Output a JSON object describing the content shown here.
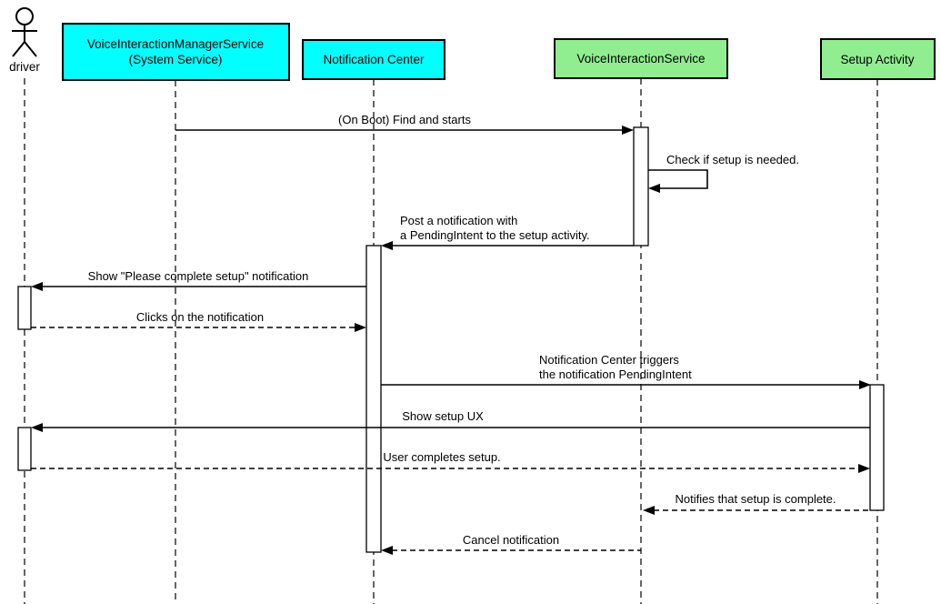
{
  "diagram": {
    "type": "uml-sequence-diagram",
    "background": "#ffffff",
    "line_color": "#000000",
    "actor": {
      "name": "driver"
    },
    "participants": [
      {
        "id": "voice-interaction-manager-service",
        "label_lines": [
          "VoiceInteractionManagerService",
          "(System Service)"
        ],
        "fill": "#00ffff"
      },
      {
        "id": "notification-center",
        "label_lines": [
          "Notification Center"
        ],
        "fill": "#00ffff"
      },
      {
        "id": "voice-interaction-service",
        "label_lines": [
          "VoiceInteractionService"
        ],
        "fill": "#90ee90"
      },
      {
        "id": "setup-activity",
        "label_lines": [
          "Setup Activity"
        ],
        "fill": "#90ee90"
      }
    ],
    "messages": [
      {
        "from": "VoiceInteractionManagerService (System Service)",
        "to": "VoiceInteractionService",
        "style": "solid",
        "lines": [
          "(On Boot) Find and starts"
        ]
      },
      {
        "from": "VoiceInteractionService",
        "to": "VoiceInteractionService",
        "style": "solid",
        "self_message": true,
        "lines": [
          "Check if setup is needed."
        ]
      },
      {
        "from": "VoiceInteractionService",
        "to": "Notification Center",
        "style": "solid",
        "lines": [
          "Post a notification with",
          "a PendingIntent to the setup activity."
        ]
      },
      {
        "from": "Notification Center",
        "to": "driver",
        "style": "solid",
        "lines": [
          "Show \"Please complete setup\" notification"
        ]
      },
      {
        "from": "driver",
        "to": "Notification Center",
        "style": "dashed",
        "lines": [
          "Clicks on the notification"
        ]
      },
      {
        "from": "Notification Center",
        "to": "Setup Activity",
        "style": "solid",
        "lines": [
          "Notification Center triggers",
          "the notification PendingIntent"
        ]
      },
      {
        "from": "Setup Activity",
        "to": "driver",
        "style": "solid",
        "lines": [
          "Show setup UX"
        ]
      },
      {
        "from": "driver",
        "to": "Setup Activity",
        "style": "dashed",
        "lines": [
          "User completes setup."
        ]
      },
      {
        "from": "Setup Activity",
        "to": "VoiceInteractionService",
        "style": "dashed",
        "lines": [
          "Notifies that setup is complete."
        ]
      },
      {
        "from": "VoiceInteractionService",
        "to": "Notification Center",
        "style": "dashed",
        "lines": [
          "Cancel notification"
        ]
      }
    ]
  }
}
